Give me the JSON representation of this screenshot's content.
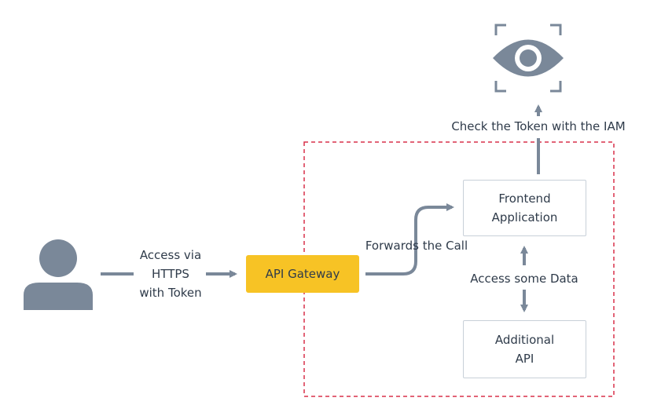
{
  "labels": {
    "access_via": "Access via\nHTTPS\nwith Token",
    "forwards": "Forwards the Call",
    "check_token": "Check the Token with the IAM",
    "access_data": "Access some Data"
  },
  "nodes": {
    "api_gateway": "API Gateway",
    "frontend": "Frontend\nApplication",
    "additional_api": "Additional\nAPI"
  },
  "colors": {
    "arrow": "#7a8899",
    "icon": "#7a8899",
    "gateway": "#f7c325",
    "boundary": "#d9304a",
    "node_border": "#c8d0d8"
  },
  "icons": {
    "user": "user-icon",
    "iam": "eye-icon"
  }
}
